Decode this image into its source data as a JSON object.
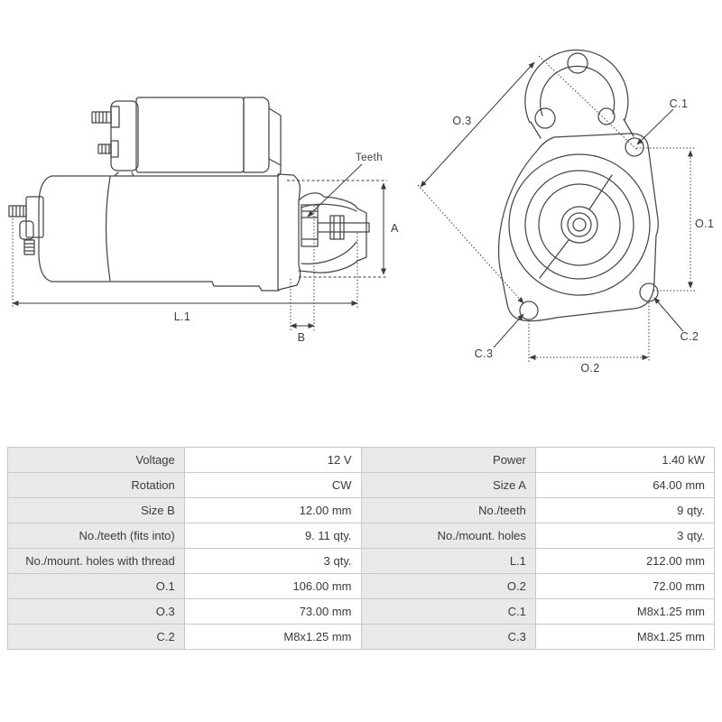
{
  "diagram": {
    "line_color": "#46464b",
    "dim_color": "#3a3a3e",
    "side_view": {
      "teeth_label": "Teeth",
      "dim_a": "A",
      "dim_l1": "L.1",
      "dim_b": "B"
    },
    "front_view": {
      "dim_o3": "O.3",
      "dim_c1": "C.1",
      "dim_o1": "O.1",
      "dim_c2": "C.2",
      "dim_c3": "C.3",
      "dim_o2": "O.2"
    }
  },
  "spec_table": {
    "label_bg": "#e9e9e9",
    "value_bg": "#ffffff",
    "border_color": "#c9c9c9",
    "rows": [
      {
        "l1": "Voltage",
        "v1": "12 V",
        "l2": "Power",
        "v2": "1.40 kW"
      },
      {
        "l1": "Rotation",
        "v1": "CW",
        "l2": "Size A",
        "v2": "64.00 mm"
      },
      {
        "l1": "Size B",
        "v1": "12.00 mm",
        "l2": "No./teeth",
        "v2": "9 qty."
      },
      {
        "l1": "No./teeth (fits into)",
        "v1": "9. 11 qty.",
        "l2": "No./mount. holes",
        "v2": "3 qty."
      },
      {
        "l1": "No./mount. holes with thread",
        "v1": "3 qty.",
        "l2": "L.1",
        "v2": "212.00 mm"
      },
      {
        "l1": "O.1",
        "v1": "106.00 mm",
        "l2": "O.2",
        "v2": "72.00 mm"
      },
      {
        "l1": "O.3",
        "v1": "73.00 mm",
        "l2": "C.1",
        "v2": "M8x1.25 mm"
      },
      {
        "l1": "C.2",
        "v1": "M8x1.25 mm",
        "l2": "C.3",
        "v2": "M8x1.25 mm"
      }
    ]
  }
}
